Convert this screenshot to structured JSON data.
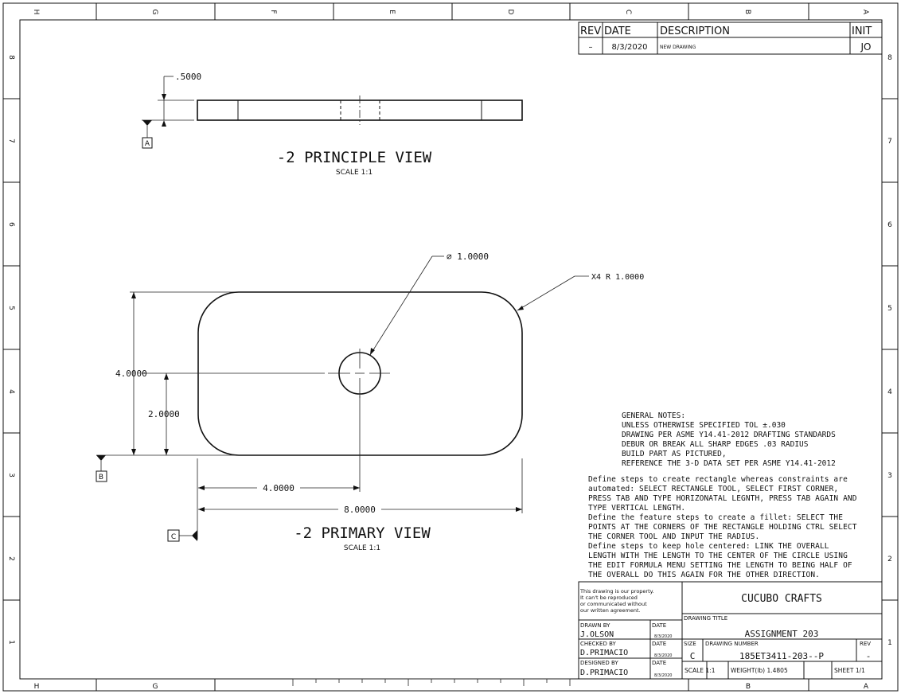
{
  "zones": {
    "columns": [
      "H",
      "G",
      "F",
      "E",
      "D",
      "C",
      "B",
      "A"
    ],
    "rows": [
      "8",
      "7",
      "6",
      "5",
      "4",
      "3",
      "2",
      "1"
    ]
  },
  "revision_block": {
    "headers": {
      "rev": "REV",
      "date": "DATE",
      "description": "DESCRIPTION",
      "init": "INIT"
    },
    "rows": [
      {
        "rev": "–",
        "date": "8/3/2020",
        "description": "NEW DRAWING",
        "init": "JO"
      }
    ]
  },
  "principle_view": {
    "title": "-2 PRINCIPLE VIEW",
    "scale": "SCALE 1:1",
    "thickness_dim": ".5000",
    "datum": "A"
  },
  "primary_view": {
    "title": "-2 PRIMARY VIEW",
    "scale": "SCALE 1:1",
    "hole_callout": "∅ 1.0000",
    "fillet_callout": "X4  R 1.0000",
    "height_dim": "4.0000",
    "hole_height_dim": "2.0000",
    "hole_x_dim": "4.0000",
    "length_dim": "8.0000",
    "datum_b": "B",
    "datum_c": "C"
  },
  "general_notes": {
    "heading": "GENERAL NOTES:",
    "lines": [
      "UNLESS OTHERWISE SPECIFIED TOL ±.030",
      "DRAWING PER ASME Y14.41-2012 DRAFTING STANDARDS",
      "DEBUR OR BREAK ALL SHARP EDGES .03 RADIUS",
      "BUILD PART AS PICTURED,",
      "REFERENCE THE 3-D DATA SET PER ASME Y14.41-2012"
    ]
  },
  "steps_notes": [
    "Define steps to create rectangle whereas constraints are",
    "automated: SELECT RECTANGLE TOOL, SELECT FIRST CORNER,",
    "PRESS TAB AND TYPE HORIZONATAL LEGNTH, PRESS TAB AGAIN AND",
    "TYPE VERTICAL LENGTH.",
    "Define the feature steps to create a fillet: SELECT THE",
    "POINTS AT THE CORNERS OF THE RECTANGLE HOLDING CTRL SELECT",
    "THE CORNER TOOL AND INPUT THE RADIUS.",
    "Define steps to keep hole centered: LINK THE OVERALL",
    "LENGTH WITH THE LENGTH TO THE CENTER OF THE CIRCLE USING",
    "THE EDIT FORMULA MENU SETTING THE LENGTH TO BEING HALF OF",
    "THE OVERALL DO THIS AGAIN FOR THE OTHER DIRECTION."
  ],
  "title_block": {
    "property_notice": [
      "This drawing is our property.",
      "It can't be reproduced",
      "or communicated without",
      "our written agreement."
    ],
    "company": "CUCUBO CRAFTS",
    "drawing_title_label": "DRAWING TITLE",
    "drawing_title": "ASSIGNMENT 203",
    "drawn_by_label": "DRAWN BY",
    "drawn_by": "J.OLSON",
    "checked_by_label": "CHECKED BY",
    "checked_by": "D.PRIMACIO",
    "designed_by_label": "DESIGNED BY",
    "designed_by": "D.PRIMACIO",
    "date_label": "DATE",
    "date_value": "8/3/2020",
    "size_label": "SIZE",
    "size": "C",
    "drawing_number_label": "DRAWING NUMBER",
    "drawing_number": "185ET3411-203--P",
    "rev_label": "REV",
    "rev": "-",
    "scale": "SCALE  1:1",
    "weight": "WEIGHT(lb) 1.4805",
    "sheet": "SHEET  1/1"
  }
}
